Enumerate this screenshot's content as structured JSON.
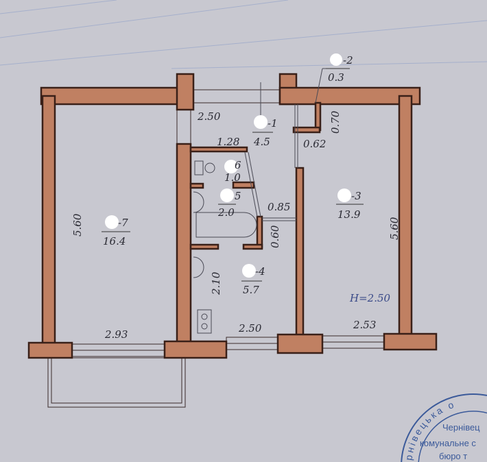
{
  "plan": {
    "rooms": [
      {
        "id": "-1",
        "area": "4.5"
      },
      {
        "id": "-2",
        "area": "0.3"
      },
      {
        "id": "-3",
        "area": "13.9"
      },
      {
        "id": "-4",
        "area": "5.7"
      },
      {
        "id": "5",
        "area": "2.0"
      },
      {
        "id": "6",
        "area": "1.0"
      },
      {
        "id": "-7",
        "area": "16.4"
      }
    ],
    "dimensions": {
      "hall_top": "2.50",
      "hall_mid": "1.28",
      "closet_h": "0.70",
      "closet_w": "0.62",
      "bath_door": "0.85",
      "bath_side": "0.60",
      "left_height": "5.60",
      "right_height": "5.60",
      "kitchen_h": "2.10",
      "kitchen_w": "2.50",
      "room3_w": "2.53",
      "room7_w": "2.93"
    },
    "ceiling_height": "H=2.50",
    "wall_color": "#c08062",
    "stamp_color": "#3b5a9a"
  },
  "stamp": {
    "ring": "рнівецька о",
    "line1": "Чернівец",
    "line2": "комунальне с",
    "line3": "бюро т"
  }
}
